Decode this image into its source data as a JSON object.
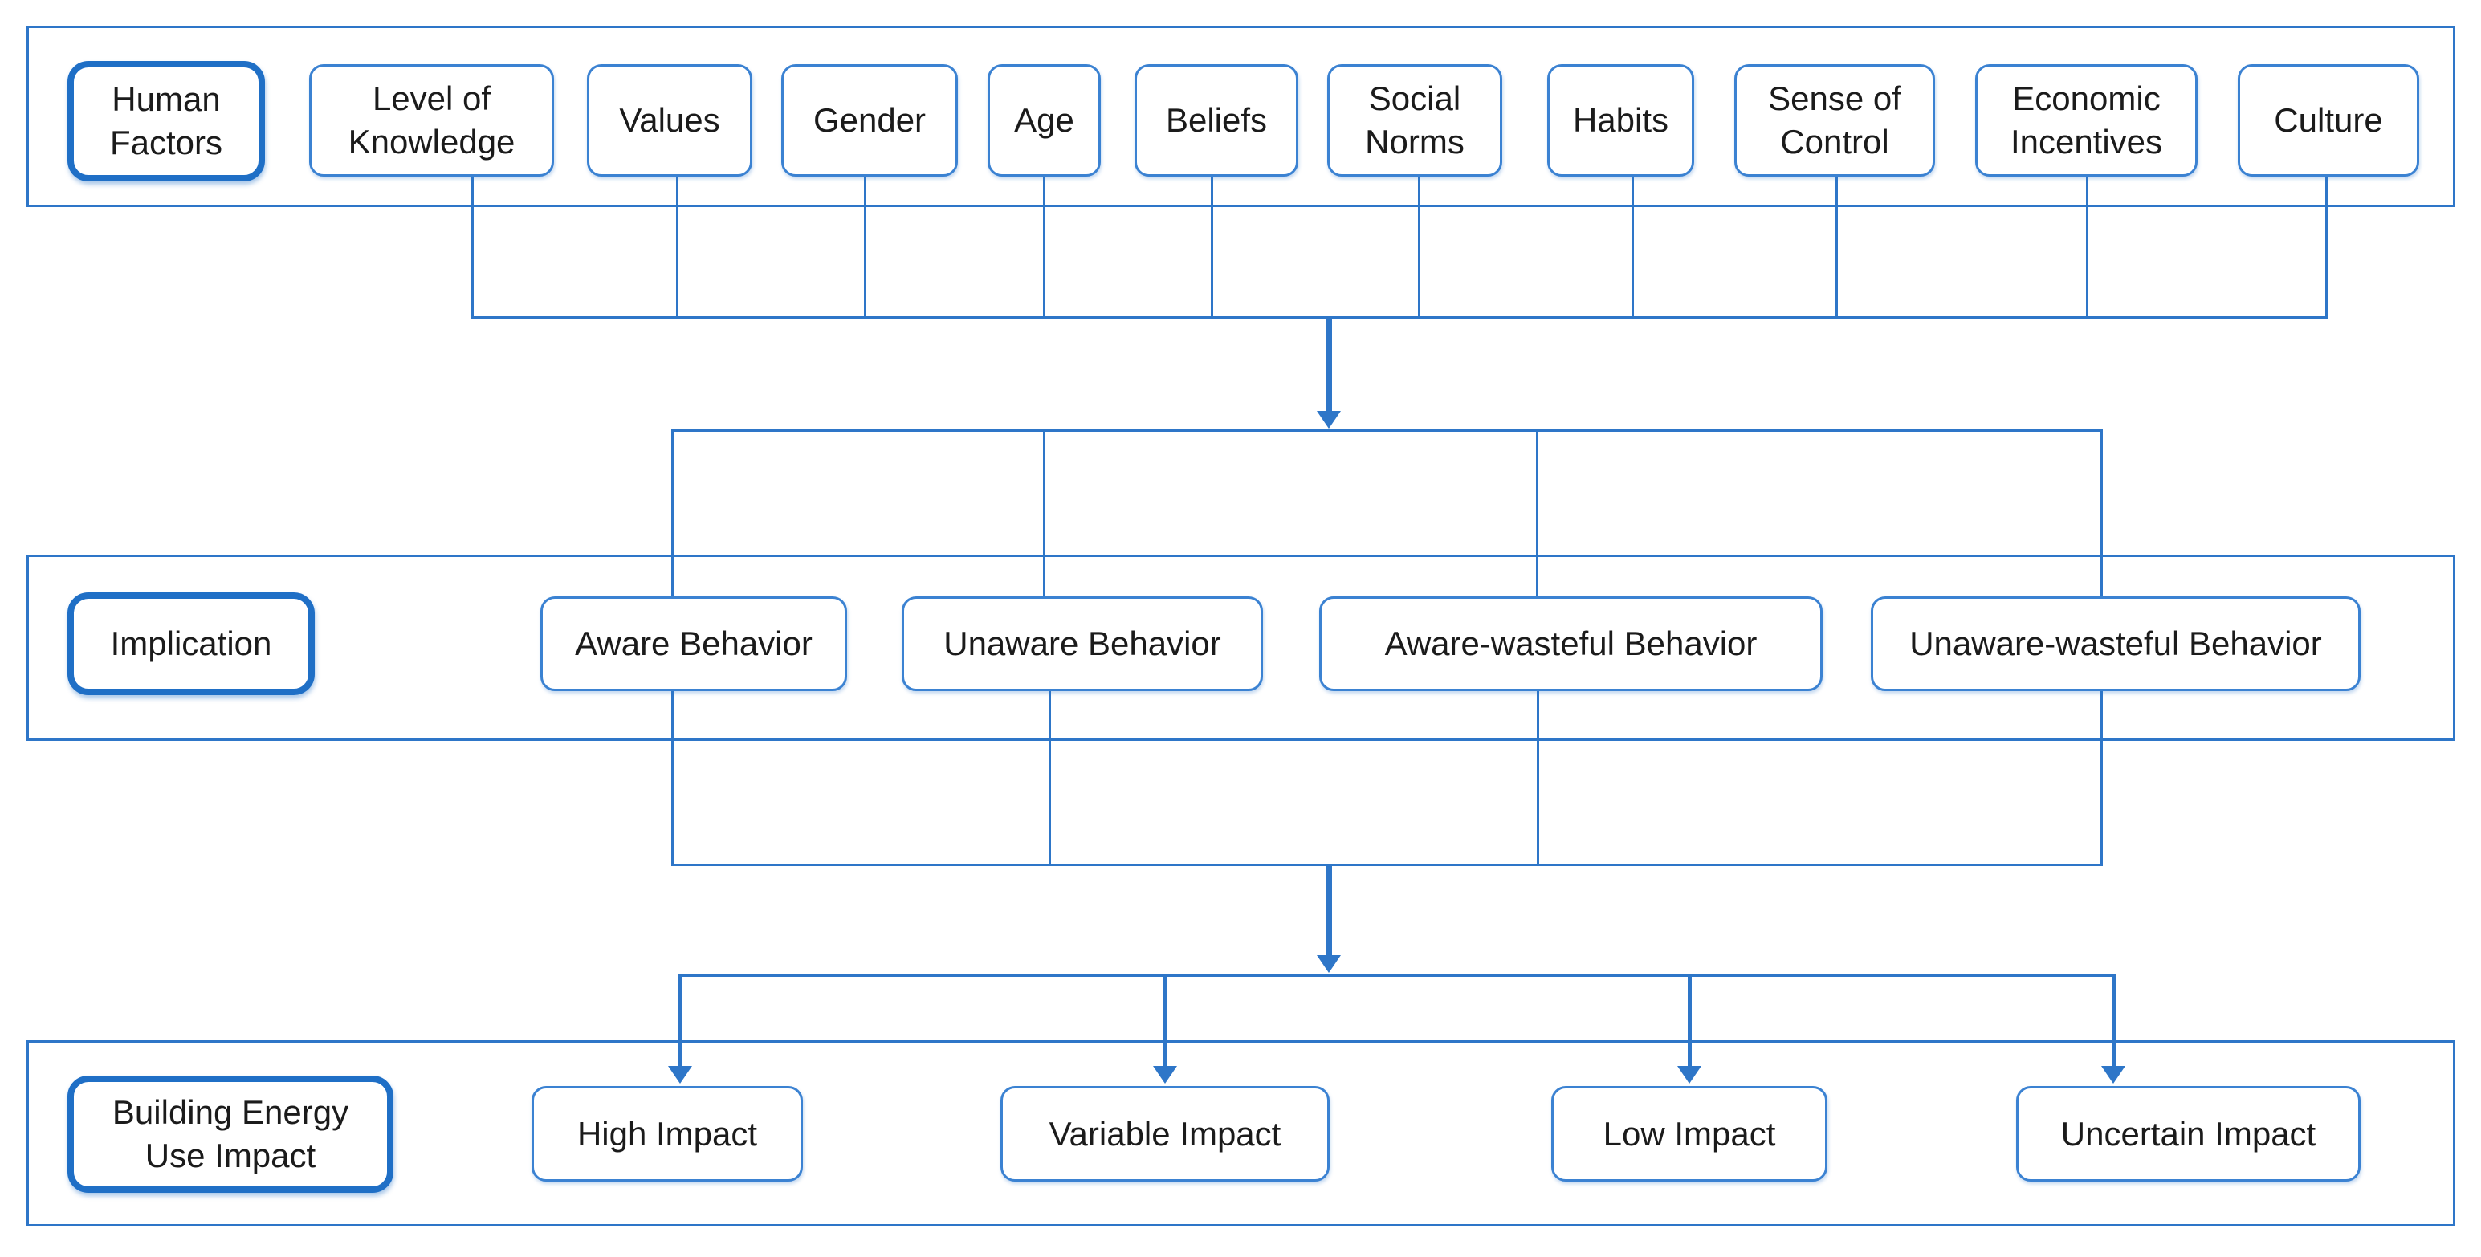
{
  "colors": {
    "line": "#2E76C8",
    "thick_border": "#1F6FC6",
    "thin_border": "#3B82D2",
    "container_border": "#2E76C8",
    "box_fill": "#FFFFFF",
    "text": "#1B1B1B",
    "background": "#FFFFFF"
  },
  "rows": [
    {
      "header": {
        "label": "Human Factors"
      },
      "items": [
        {
          "label": "Level of Knowledge"
        },
        {
          "label": "Values"
        },
        {
          "label": "Gender"
        },
        {
          "label": "Age"
        },
        {
          "label": "Beliefs"
        },
        {
          "label": "Social Norms"
        },
        {
          "label": "Habits"
        },
        {
          "label": "Sense of Control"
        },
        {
          "label": "Economic Incentives"
        },
        {
          "label": "Culture"
        }
      ]
    },
    {
      "header": {
        "label": "Implication"
      },
      "items": [
        {
          "label": "Aware Behavior"
        },
        {
          "label": "Unaware Behavior"
        },
        {
          "label": "Aware-wasteful Behavior"
        },
        {
          "label": "Unaware-wasteful Behavior"
        }
      ]
    },
    {
      "header": {
        "label": "Building Energy Use Impact"
      },
      "items": [
        {
          "label": "High Impact"
        },
        {
          "label": "Variable Impact"
        },
        {
          "label": "Low Impact"
        },
        {
          "label": "Uncertain Impact"
        }
      ]
    }
  ]
}
